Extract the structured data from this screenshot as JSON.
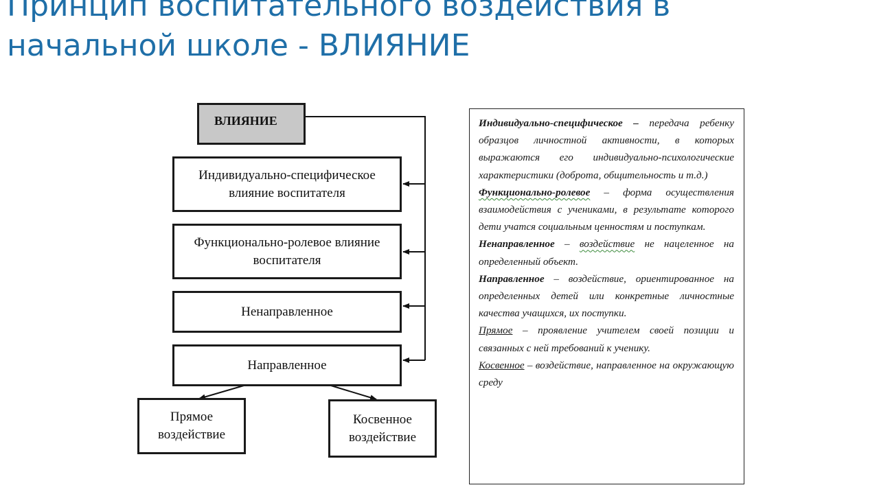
{
  "slide": {
    "title_line1": "Принцип воспитательного воздействия в",
    "title_line2": "начальной школе - ВЛИЯНИЕ"
  },
  "diagram": {
    "top": "ВЛИЯНИЕ",
    "box1": "Индивидуально-специфическое влияние воспитателя",
    "box2": "Функционально-ролевое влияние воспитателя",
    "box3": "Ненаправленное",
    "box4": "Направленное",
    "box5": "Прямое воздействие",
    "box6": "Косвенное воздействие"
  },
  "definitions": {
    "d1_term": "Индивидуально-специфическое –",
    "d1_text": " передача ребенку образцов личностной активности, в которых выражаются его индивидуально-психологические характеристики (доброта, общительность и т.д.)",
    "d2_term": "Функционально-ролевое",
    "d2_text": " – форма осуществления взаимодействия с учениками, в результате которого дети учатся социальным ценностям и поступкам.",
    "d3_term": "Ненаправленное",
    "d3_dash": " – ",
    "d3_word": "воздействие",
    "d3_text": " не нацеленное на определенный объект.",
    "d4_term": "Направленное",
    "d4_text": " – воздействие, ориентированное на определенных детей или конкретные личностные качества учащихся, их поступки.",
    "d5_term": "Прямое",
    "d5_text": " – проявление учителем своей позиции и связанных с ней требований к ученику.",
    "d6_term": "Косвенное",
    "d6_text": " – воздействие, направленное на окружающую среду"
  }
}
